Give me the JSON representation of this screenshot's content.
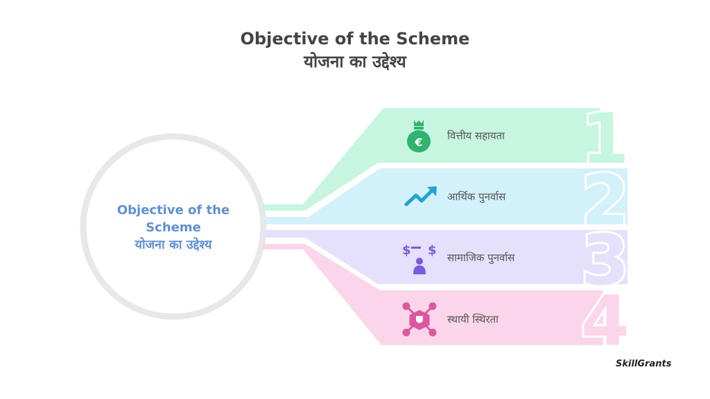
{
  "title": {
    "english": "Objective of the Scheme",
    "hindi": "योजना का उद्देश्य"
  },
  "center": {
    "english_line1": "Objective of the",
    "english_line2": "Scheme",
    "hindi": "योजना का उद्देश्य"
  },
  "items": [
    {
      "number": "1",
      "label": "वित्तीय सहायता",
      "icon": "money-bag-euro-icon",
      "color": "#c6f6e0",
      "icon_color": "#2fb36e"
    },
    {
      "number": "2",
      "label": "आर्थिक पुनर्वास",
      "icon": "trending-up-arrow-icon",
      "color": "#d3f1fb",
      "icon_color": "#1fa3d6"
    },
    {
      "number": "3",
      "label": "सामाजिक पुनर्वास",
      "icon": "money-exchange-person-icon",
      "color": "#e5e0fb",
      "icon_color": "#7a5ae0"
    },
    {
      "number": "4",
      "label": "स्थायी स्थिरता",
      "icon": "network-shield-icon",
      "color": "#fbd6ea",
      "icon_color": "#e0559e"
    }
  ],
  "brand": "SkillGrants"
}
